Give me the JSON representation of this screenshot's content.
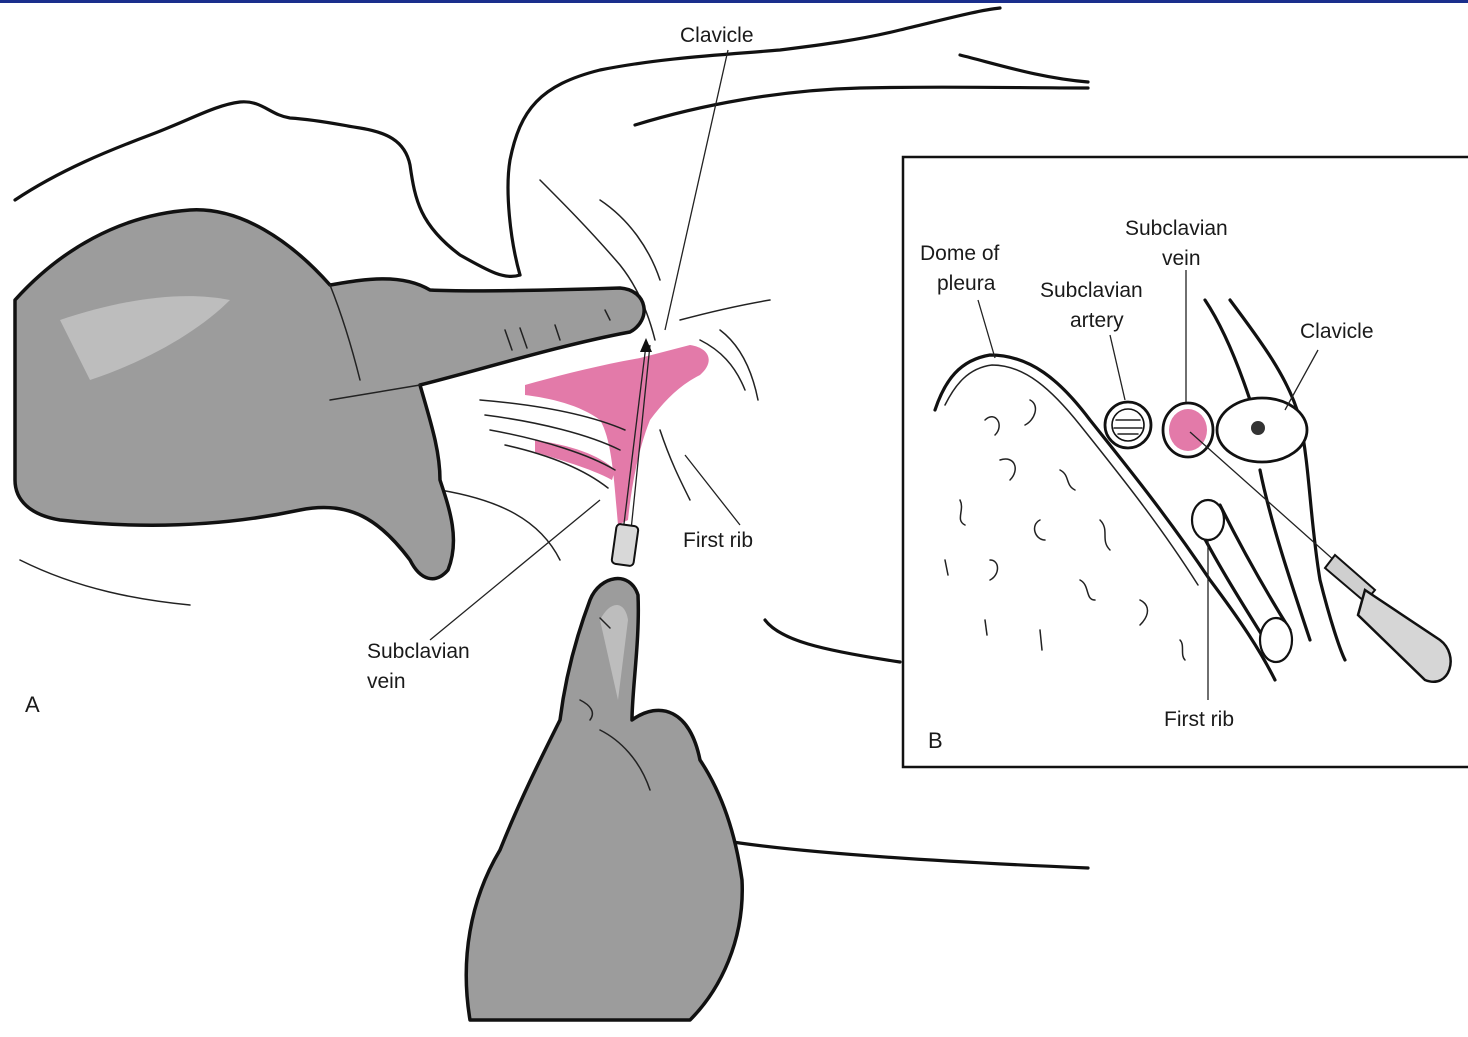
{
  "panel_a": {
    "letter": "A",
    "labels": {
      "clavicle": "Clavicle",
      "first_rib": "First rib",
      "subclavian_vein_line1": "Subclavian",
      "subclavian_vein_line2": "vein"
    }
  },
  "panel_b": {
    "letter": "B",
    "labels": {
      "dome_line1": "Dome of",
      "dome_line2": "pleura",
      "artery_line1": "Subclavian",
      "artery_line2": "artery",
      "vein_line1": "Subclavian",
      "vein_line2": "vein",
      "clavicle": "Clavicle",
      "first_rib": "First rib"
    }
  },
  "colors": {
    "vein_pink": "#e37aa9",
    "glove_gray": "#9c9c9c",
    "outline": "#111111",
    "top_border": "#1a2e8c"
  }
}
